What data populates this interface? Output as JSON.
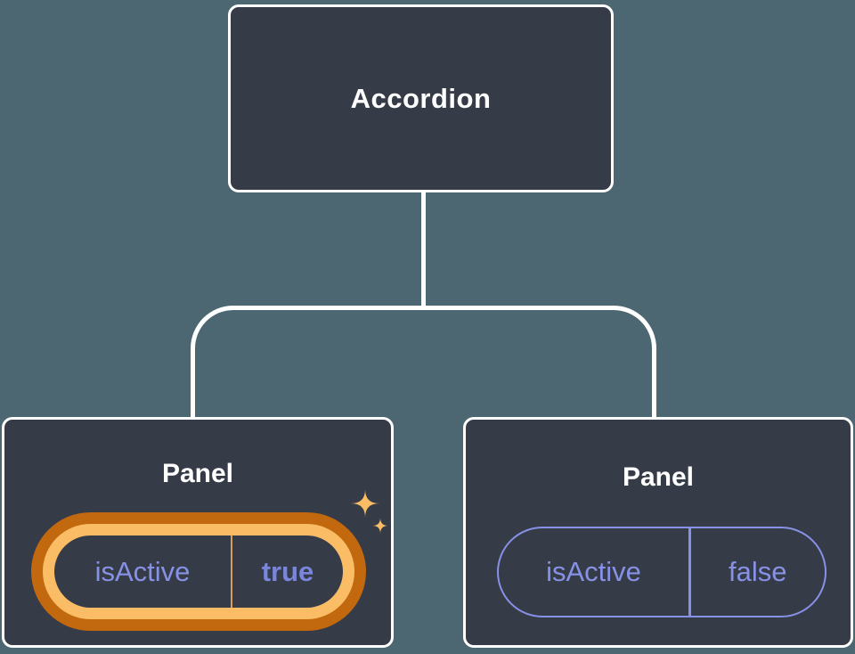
{
  "diagram": {
    "root": {
      "label": "Accordion"
    },
    "panels": [
      {
        "label": "Panel",
        "prop_name": "isActive",
        "prop_value": "true",
        "state": "active"
      },
      {
        "label": "Panel",
        "prop_name": "isActive",
        "prop_value": "false",
        "state": "inactive"
      }
    ]
  },
  "icons": {
    "sparkle_large": "sparkle-large-icon",
    "sparkle_small": "sparkle-small-icon"
  },
  "colors": {
    "background": "#4C6771",
    "node_fill": "#353B47",
    "node_border": "#FFFFFF",
    "connector": "#FFFFFF",
    "prop_text_purple": "#8791E5",
    "prop_value_bold_purple": "#7A85DC",
    "highlight_ring_outer_orange": "#C2690F",
    "highlight_ring_inner_orange": "#FABD66",
    "highlight_divider_tan": "#D79E5A",
    "sparkle_orange": "#FABD66"
  }
}
